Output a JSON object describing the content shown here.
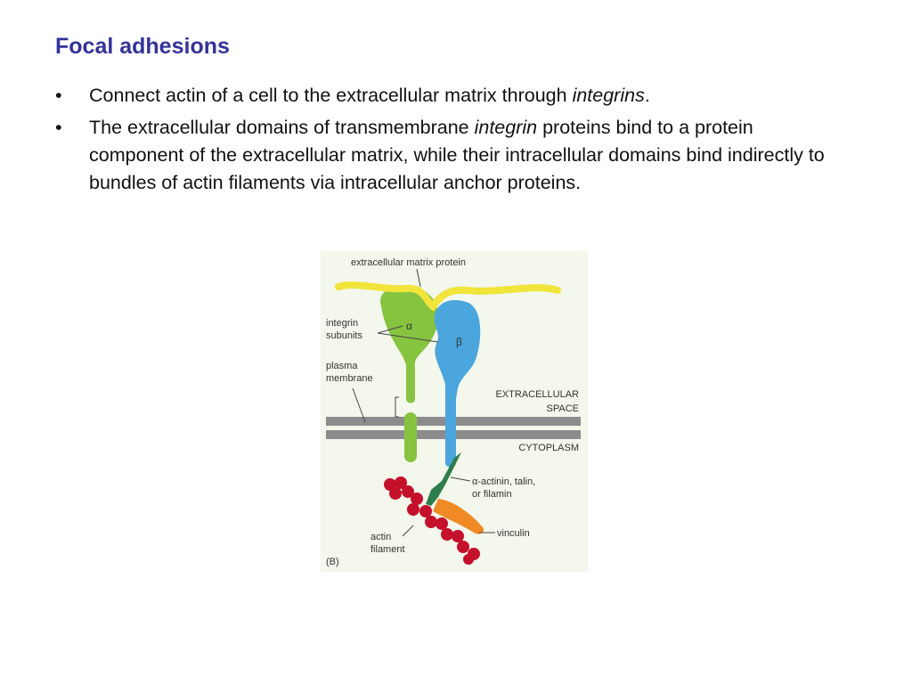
{
  "slide": {
    "title": "Focal adhesions",
    "bullet_char": "•",
    "bullets": [
      {
        "parts": [
          {
            "text": "Connect actin of a cell to the extracellular matrix through ",
            "italic": false
          },
          {
            "text": "integrins",
            "italic": true
          },
          {
            "text": ".",
            "italic": false
          }
        ]
      },
      {
        "parts": [
          {
            "text": "The extracellular domains of transmembrane ",
            "italic": false
          },
          {
            "text": "integrin",
            "italic": true
          },
          {
            "text": " proteins bind to a protein component of the extracellular matrix, while their intracellular domains bind indirectly to bundles of actin filaments via intracellular anchor proteins.",
            "italic": false
          }
        ]
      }
    ]
  },
  "figure": {
    "labels": {
      "ecm_protein": "extracellular matrix protein",
      "integrin_line1": "integrin",
      "integrin_line2": "subunits",
      "plasma_line1": "plasma",
      "plasma_line2": "membrane",
      "extracellular_line1": "EXTRACELLULAR",
      "extracellular_line2": "SPACE",
      "cytoplasm": "CYTOPLASM",
      "alpha_subunit": "α",
      "beta_subunit": "β",
      "actinin_line1": "α-actinin, talin,",
      "actinin_line2": "or filamin",
      "vinculin": "vinculin",
      "actin_line1": "actin",
      "actin_line2": "filament",
      "panel": "(B)"
    },
    "colors": {
      "background": "#f4f7ec",
      "ecm_yellow": "#f1e43a",
      "alpha_green": "#86c440",
      "beta_blue": "#4aa6dc",
      "membrane_gray": "#8c8c8c",
      "anchor_green": "#2e7d4c",
      "vinculin_orange": "#f08a24",
      "actin_red": "#c4102a",
      "label_text": "#333333"
    }
  }
}
